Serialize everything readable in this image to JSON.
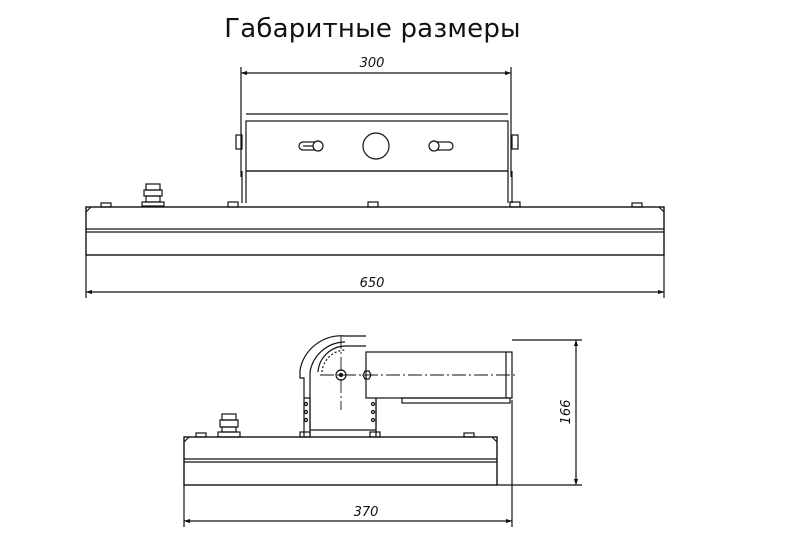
{
  "title": "Габаритные размеры",
  "dimensions": {
    "top_bracket_width": "300",
    "top_overall_length": "650",
    "side_overall_width": "370",
    "side_height": "166"
  }
}
